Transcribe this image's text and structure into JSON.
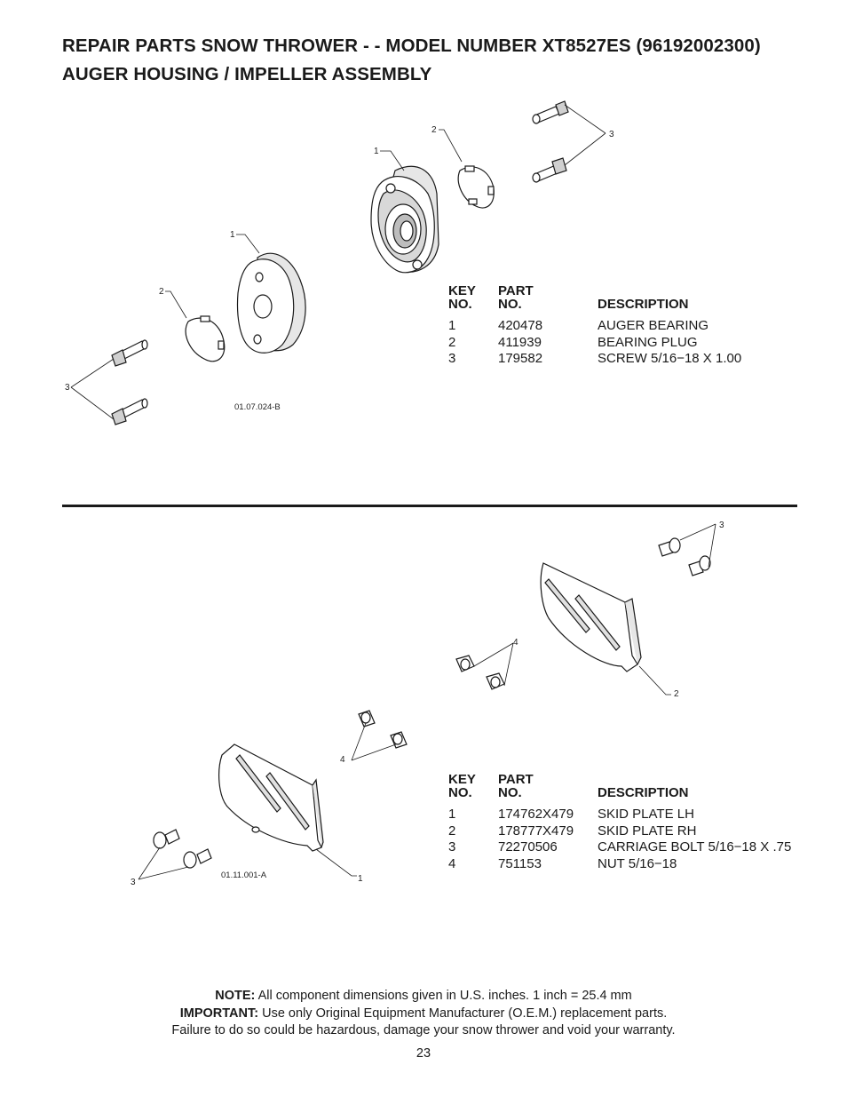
{
  "header": {
    "line1": "REPAIR PARTS  SNOW THROWER - - MODEL NUMBER  XT8527ES (96192002300)",
    "line2": "AUGER HOUSING / IMPELLER ASSEMBLY"
  },
  "figure1": {
    "drawing_code": "01.07.024-B",
    "callouts": [
      "1",
      "2",
      "3",
      "1",
      "2",
      "3"
    ]
  },
  "table1": {
    "headers": {
      "key_top": "KEY",
      "key_bottom": "NO.",
      "part_top": "PART",
      "part_bottom": "NO.",
      "desc": "DESCRIPTION"
    },
    "rows": [
      {
        "key": "1",
        "part": "420478",
        "desc": "AUGER BEARING"
      },
      {
        "key": "2",
        "part": "411939",
        "desc": "BEARING PLUG"
      },
      {
        "key": "3",
        "part": "179582",
        "desc": "SCREW 5/16−18 X 1.00"
      }
    ]
  },
  "figure2": {
    "drawing_code": "01.11.001-A",
    "callouts": [
      "3",
      "4",
      "2",
      "4",
      "3",
      "1"
    ]
  },
  "table2": {
    "headers": {
      "key_top": "KEY",
      "key_bottom": "NO.",
      "part_top": "PART",
      "part_bottom": "NO.",
      "desc": "DESCRIPTION"
    },
    "rows": [
      {
        "key": "1",
        "part": "174762X479",
        "desc": "SKID PLATE LH"
      },
      {
        "key": "2",
        "part": "178777X479",
        "desc": "SKID PLATE RH"
      },
      {
        "key": "3",
        "part": "72270506",
        "desc": "CARRIAGE BOLT 5/16−18 X .75"
      },
      {
        "key": "4",
        "part": "751153",
        "desc": "NUT 5/16−18"
      }
    ]
  },
  "footer": {
    "note_label": "NOTE:",
    "note_text": "  All component dimensions given in U.S. inches.    1 inch = 25.4 mm",
    "important_label": "IMPORTANT:",
    "important_text": " Use only Original Equipment Manufacturer (O.E.M.) replacement parts.",
    "warning": "Failure to do so could be hazardous, damage your snow thrower and void your warranty.",
    "page_number": "23"
  }
}
